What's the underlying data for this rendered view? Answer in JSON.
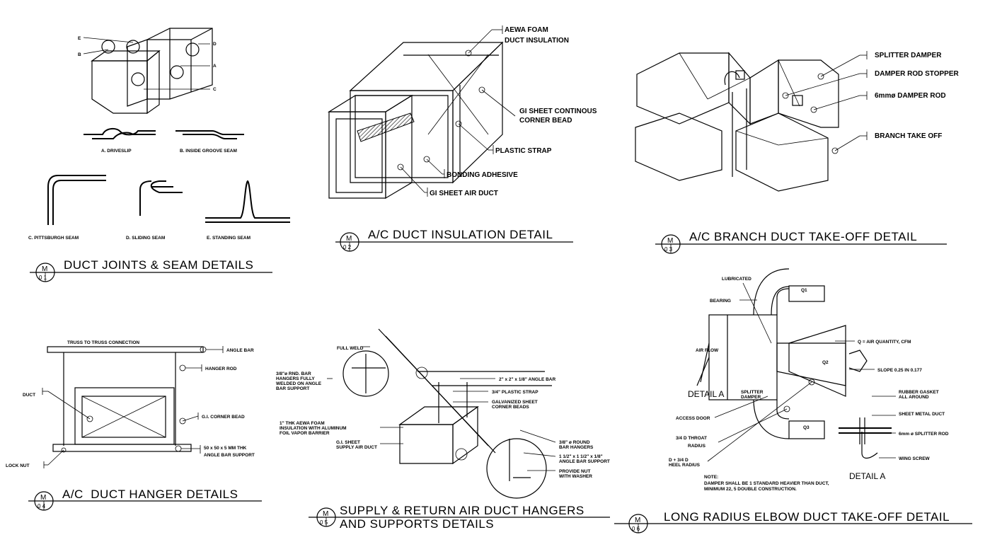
{
  "details": [
    {
      "title": "DUCT JOINTS & SEAM DETAILS",
      "badge_top": "M",
      "badge_bottom": "0 1",
      "callouts": [
        "E",
        "B",
        "D",
        "A",
        "C"
      ],
      "seams": [
        "A. DRIVESLIP",
        "B. INSIDE GROOVE SEAM",
        "C. PITTSBURGH SEAM",
        "D. SLIDING SEAM",
        "E. STANDING SEAM"
      ]
    },
    {
      "title": "A/C DUCT INSULATION DETAIL",
      "badge_top": "M",
      "badge_bottom": "0 2",
      "labels": [
        "AEWA FOAM",
        "DUCT INSULATION",
        "GI SHEET CONTINOUS",
        "CORNER BEAD",
        "PLASTIC STRAP",
        "BONDING ADHESIVE",
        "GI SHEET AIR DUCT"
      ]
    },
    {
      "title": "A/C BRANCH DUCT TAKE-OFF DETAIL",
      "badge_top": "M",
      "badge_bottom": "0 3",
      "labels": [
        "SPLITTER DAMPER",
        "DAMPER ROD STOPPER",
        "6mmø DAMPER ROD",
        "BRANCH TAKE OFF"
      ]
    },
    {
      "title": "A/C  DUCT HANGER DETAILS",
      "badge_top": "M",
      "badge_bottom": "0 4",
      "labels": [
        "TRUSS TO TRUSS CONNECTION",
        "ANGLE BAR",
        "HANGER ROD",
        "DUCT",
        "G.I. CORNER BEAD",
        "50 x 50 x 5 MM THK",
        "ANGLE BAR SUPPORT",
        "LOCK NUT"
      ]
    },
    {
      "title_line1": "SUPPLY & RETURN AIR DUCT HANGERS",
      "title_line2": "AND SUPPORTS DETAILS",
      "badge_top": "M",
      "badge_bottom": "0 5",
      "labels_left": [
        "FULL WELD",
        "3/8\"ø RND. BAR",
        "HANGERS FULLY",
        "WELDED ON ANGLE",
        "BAR SUPPORT",
        "1\" THK AEWA FOAM",
        "INSULATION WITH ALUMINUM",
        "FOIL VAPOR BARRIER",
        "G.I. SHEET",
        "SUPPLY AIR DUCT"
      ],
      "labels_right": [
        "2\" x 2\" x 1/8\" ANGLE BAR",
        "3/4\" PLASTIC STRAP",
        "GALVANIZED SHEET",
        "CORNER BEADS",
        "3/8\" ø ROUND",
        "BAR HANGERS",
        "1 1/2\" x 1 1/2\" x 1/8\"",
        "ANGLE BAR SUPPORT",
        "PROVIDE NUT",
        "WITH WASHER"
      ]
    },
    {
      "title": "LONG RADIUS ELBOW DUCT TAKE-OFF DETAIL",
      "badge_top": "M",
      "badge_bottom": "0 6",
      "labels": [
        "LUBRICATED",
        "BEARING",
        "AIR FLOW",
        "DETAIL A",
        "SPLITTER",
        "DAMPER",
        "ACCESS DOOR",
        "3/4 D THROAT",
        "RADIUS",
        "D + 3/4 D",
        "HEEL RADIUS",
        "Q = AIR QUANTITY, CFM",
        "SLOPE 0.25 IN 0.177",
        "RUBBER GASKET",
        "ALL AROUND",
        "SHEET METAL DUCT",
        "6mm ø SPLITTER ROD",
        "WING SCREW",
        "DETAIL A",
        "Q1",
        "Q2",
        "Q3"
      ],
      "note_label": "NOTE:",
      "note_line1": "DAMPER SHALL BE 1 STANDARD HEAVIER THAN DUCT,",
      "note_line2": "MINIMUM 22, 5 DOUBLE CONSTRUCTION."
    }
  ]
}
